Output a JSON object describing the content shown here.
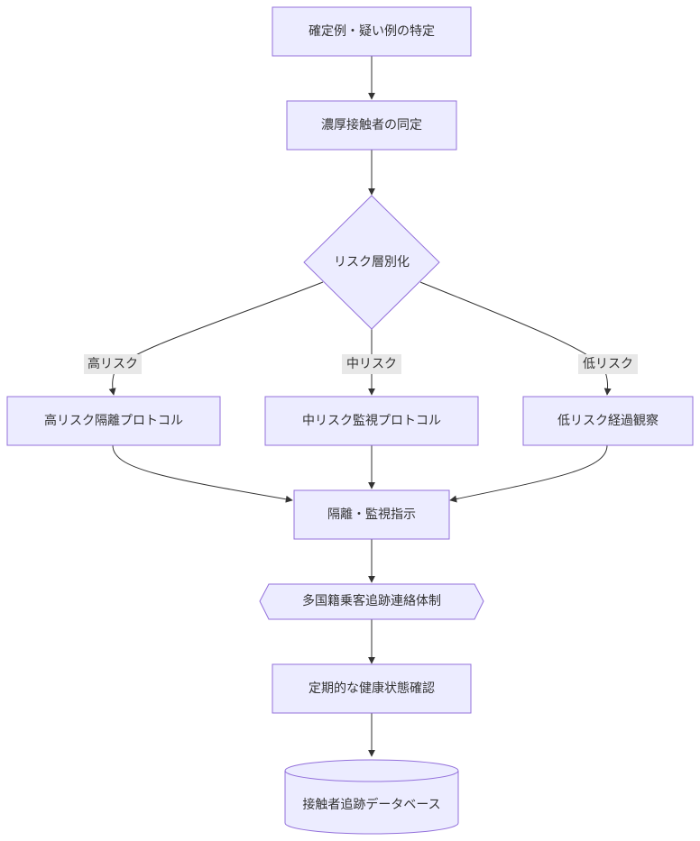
{
  "nodes": {
    "identify_cases": "確定例・疑い例の特定",
    "identify_contacts": "濃厚接触者の同定",
    "risk_stratification": "リスク層別化",
    "high_risk_protocol": "高リスク隔離プロトコル",
    "medium_risk_protocol": "中リスク監視プロトコル",
    "low_risk_protocol": "低リスク経過観察",
    "isolation_monitoring": "隔離・監視指示",
    "multinational_tracking": "多国籍乗客追跡連絡体制",
    "health_check": "定期的な健康状態確認",
    "contact_database": "接触者追跡データベース"
  },
  "edge_labels": {
    "high_risk": "高リスク",
    "medium_risk": "中リスク",
    "low_risk": "低リスク"
  },
  "colors": {
    "node_fill": "#ececff",
    "node_stroke": "#9370db",
    "edge": "#333333",
    "label_bg": "#e8e8e8"
  }
}
